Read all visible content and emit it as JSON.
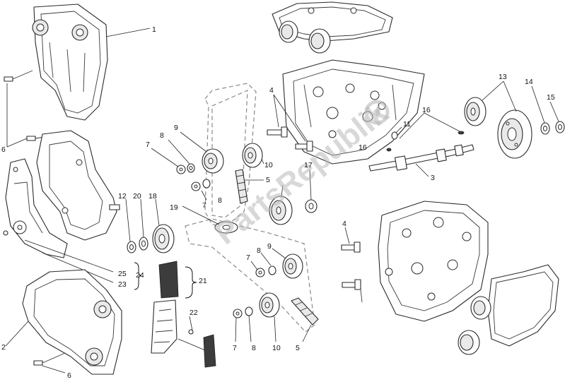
{
  "diagram": {
    "callouts": [
      "1",
      "2",
      "3",
      "4",
      "4",
      "5",
      "5",
      "6",
      "6",
      "7",
      "7",
      "7",
      "7",
      "8",
      "8",
      "8",
      "8",
      "9",
      "9",
      "10",
      "10",
      "11",
      "12",
      "13",
      "14",
      "15",
      "16",
      "16",
      "17",
      "18",
      "19",
      "20",
      "21",
      "22",
      "23",
      "24",
      "25"
    ]
  },
  "watermark": {
    "text": "PartsRepublik"
  }
}
